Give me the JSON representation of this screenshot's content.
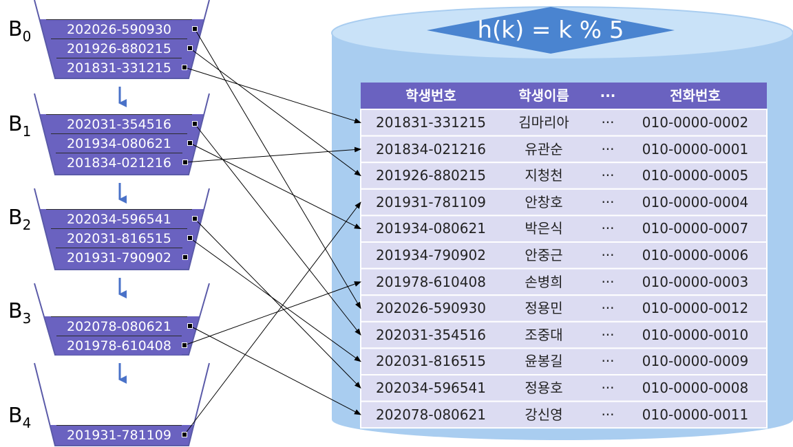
{
  "hash_function": "h(k) = k % 5",
  "buckets": [
    {
      "name": "B",
      "sub": "0",
      "entries": [
        "202026-590930",
        "201926-880215",
        "201831-331215"
      ]
    },
    {
      "name": "B",
      "sub": "1",
      "entries": [
        "202031-354516",
        "201934-080621",
        "201834-021216"
      ]
    },
    {
      "name": "B",
      "sub": "2",
      "entries": [
        "202034-596541",
        "202031-816515",
        "201931-790902"
      ]
    },
    {
      "name": "B",
      "sub": "3",
      "entries": [
        "202078-080621",
        "201978-610408"
      ]
    },
    {
      "name": "B",
      "sub": "4",
      "entries": [
        "201931-781109"
      ]
    }
  ],
  "table": {
    "headers": [
      "학생번호",
      "학생이름",
      "···",
      "전화번호"
    ],
    "rows": [
      [
        "201831-331215",
        "김마리아",
        "···",
        "010-0000-0002"
      ],
      [
        "201834-021216",
        "유관순",
        "···",
        "010-0000-0001"
      ],
      [
        "201926-880215",
        "지청천",
        "···",
        "010-0000-0005"
      ],
      [
        "201931-781109",
        "안창호",
        "···",
        "010-0000-0004"
      ],
      [
        "201934-080621",
        "박은식",
        "···",
        "010-0000-0007"
      ],
      [
        "201934-790902",
        "안중근",
        "···",
        "010-0000-0006"
      ],
      [
        "201978-610408",
        "손병희",
        "···",
        "010-0000-0003"
      ],
      [
        "202026-590930",
        "정용민",
        "···",
        "010-0000-0012"
      ],
      [
        "202031-354516",
        "조중대",
        "···",
        "010-0000-0010"
      ],
      [
        "202031-816515",
        "윤봉길",
        "···",
        "010-0000-0009"
      ],
      [
        "202034-596541",
        "정용호",
        "···",
        "010-0000-0008"
      ],
      [
        "202078-080621",
        "강신영",
        "···",
        "010-0000-0011"
      ]
    ]
  },
  "colors": {
    "bucket_fill": "#6a62c0",
    "table_header": "#6a62c0",
    "table_row": "#dcdcf2",
    "cylinder_body": "#a9cdf0",
    "cylinder_top": "#c9e2f8",
    "diamond": "#4a84d0",
    "chain_arrow": "#4a72c8"
  }
}
